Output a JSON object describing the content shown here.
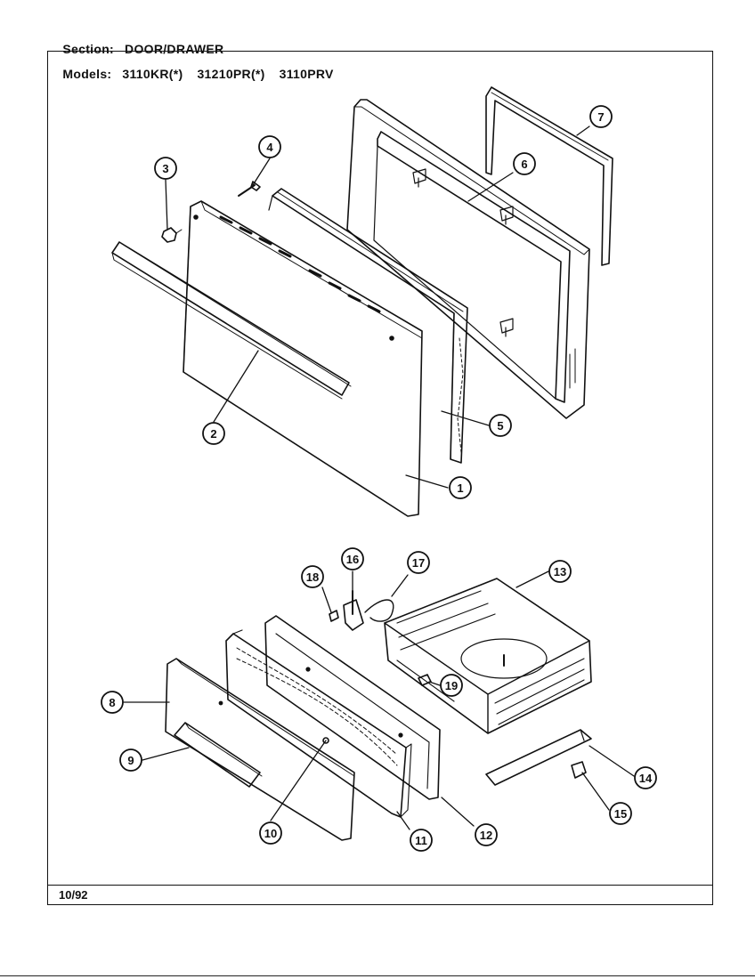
{
  "header": {
    "section_label": "Section:",
    "section_value": "DOOR/DRAWER",
    "models_label": "Models:",
    "models": [
      "3110KR(*)",
      "31210PR(*)",
      "3110PRV"
    ]
  },
  "footer": {
    "date": "10/92"
  },
  "callouts": [
    "1",
    "2",
    "3",
    "4",
    "5",
    "6",
    "7",
    "8",
    "9",
    "10",
    "11",
    "12",
    "13",
    "14",
    "15",
    "16",
    "17",
    "18",
    "19"
  ],
  "colors": {
    "ink": "#111111",
    "paper": "#ffffff"
  }
}
